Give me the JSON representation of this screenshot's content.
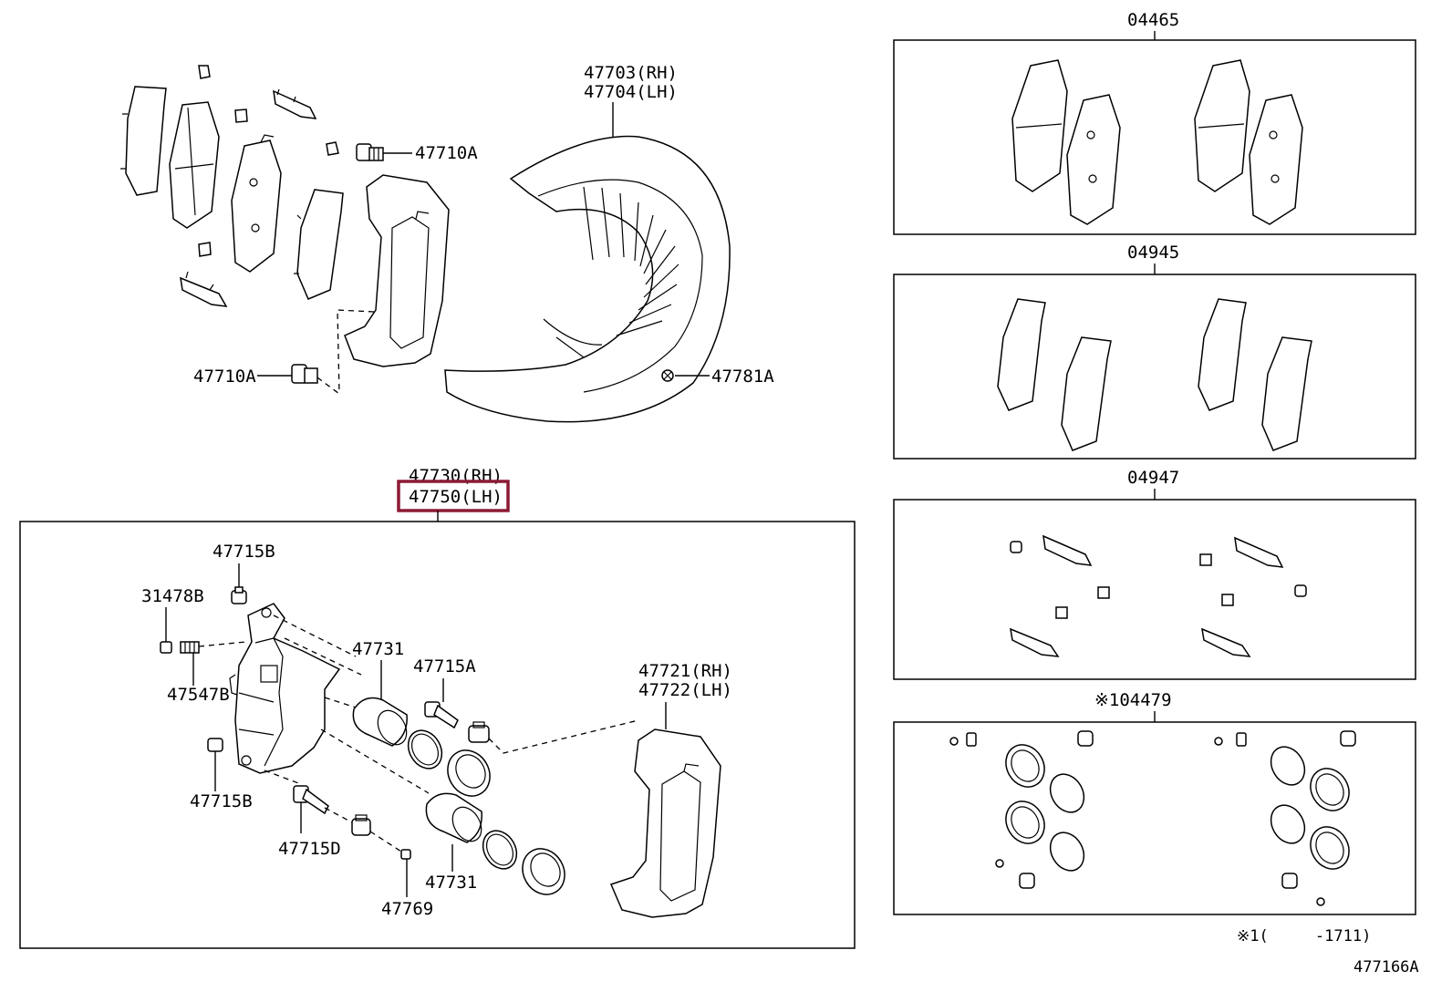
{
  "highlight_color": "#8b1a35",
  "callouts": {
    "p47703": "47703(RH)",
    "p47704": "47704(LH)",
    "p47710a_top": "47710A",
    "p47710a_bottom": "47710A",
    "p47781a": "47781A",
    "p47730": "47730(RH)",
    "p47750": "47750(LH)",
    "p47715b_top": "47715B",
    "p31478b": "31478B",
    "p47547b": "47547B",
    "p47715b_bottom": "47715B",
    "p47715d": "47715D",
    "p47769": "47769",
    "p47731_top": "47731",
    "p47731_bottom": "47731",
    "p47715a": "47715A",
    "p47721": "47721(RH)",
    "p47722": "47722(LH)"
  },
  "kits": {
    "k04465": "04465",
    "k04945": "04945",
    "k04947": "04947",
    "k04479": "※104479"
  },
  "footnote": "※1(     -1711)",
  "diagram_id": "477166A"
}
